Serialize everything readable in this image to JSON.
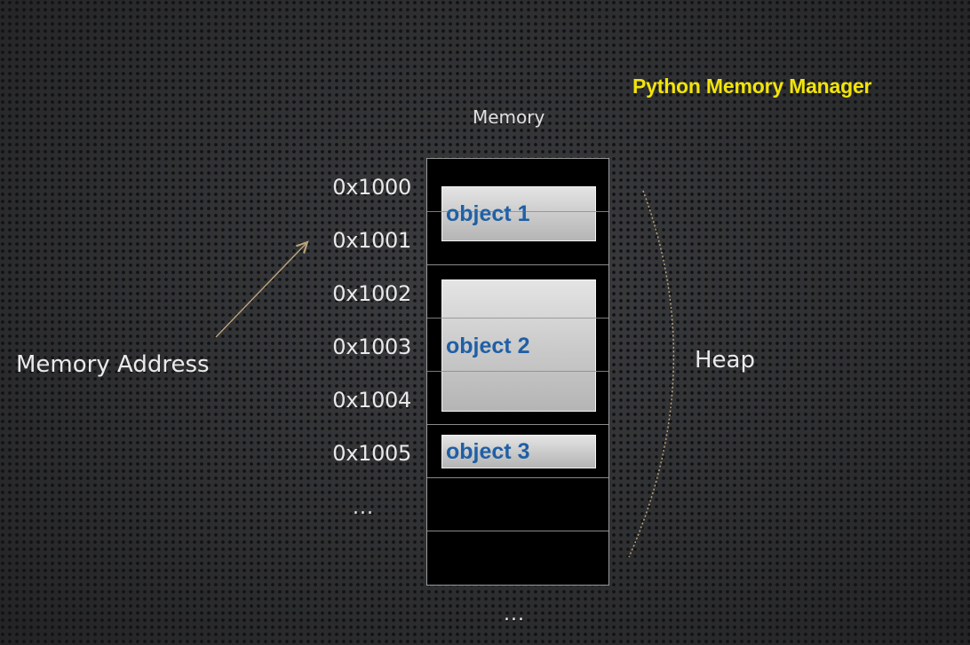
{
  "title": "Python Memory Manager",
  "memory_label": "Memory",
  "addresses": [
    "0x1000",
    "0x1001",
    "0x1002",
    "0x1003",
    "0x1004",
    "0x1005"
  ],
  "address_ellipsis": "...",
  "bottom_ellipsis": "...",
  "memory_address_label": "Memory Address",
  "heap_label": "Heap",
  "objects": [
    "object 1",
    "object 2",
    "object 3"
  ],
  "colors": {
    "title": "#f2e40a",
    "object_text": "#1f5fa5",
    "arrow": "#b9a27a"
  }
}
